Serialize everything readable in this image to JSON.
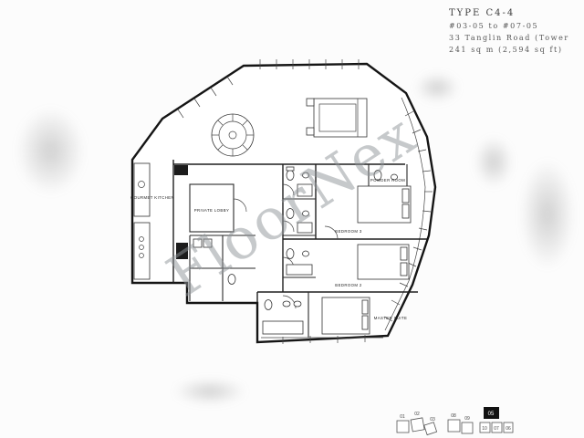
{
  "header": {
    "type_label": "TYPE C4-4",
    "unit_range": "#03-05 to #07-05",
    "address": "33 Tanglin Road (Tower",
    "area": "241 sq m (2,594 sq ft)"
  },
  "watermark": "FloorNex",
  "floorplan": {
    "rooms": {
      "kitchen": "GOURMET KITCHEN",
      "lobby": "PRIVATE LOBBY",
      "powder": "POWDER ROOM",
      "bedroom3": "BEDROOM 3",
      "bedroom2": "BEDROOM 2",
      "master": "MASTER SUITE"
    }
  },
  "keyplan": {
    "units": [
      {
        "number": "01",
        "highlighted": false
      },
      {
        "number": "02",
        "highlighted": false
      },
      {
        "number": "03",
        "highlighted": false
      },
      {
        "number": "08",
        "highlighted": false
      },
      {
        "number": "09",
        "highlighted": false
      },
      {
        "number": "05",
        "highlighted": true
      },
      {
        "number": "10",
        "highlighted": false
      },
      {
        "number": "07",
        "highlighted": false
      },
      {
        "number": "06",
        "highlighted": false
      }
    ]
  },
  "colors": {
    "highlight": "#111111",
    "line": "#151515",
    "watermark": "#8f9498"
  }
}
